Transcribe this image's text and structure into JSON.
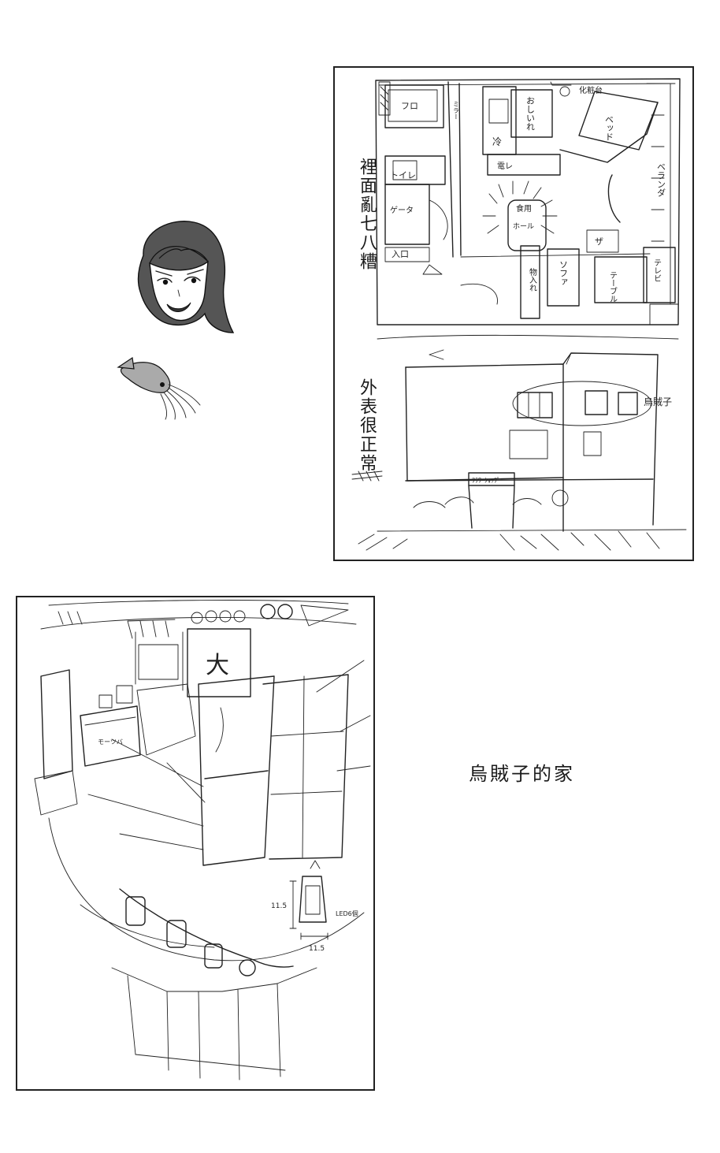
{
  "floorplan_panel": {
    "side_note": "裡面亂七八糟",
    "rooms": {
      "bath": "フロ",
      "toilet": "トイレ",
      "entrance": "入口",
      "shoe_box": "ゲータ",
      "mirror": "ミラー",
      "fridge": "冷",
      "oshiire": "おしいれ",
      "microwave": "電レ",
      "vanity": "化粧台",
      "bed": "ベッド",
      "veranda": "ベランダ",
      "dining": "食用",
      "dining_table": "ホール",
      "closet": "物入れ",
      "sofa": "ソファ",
      "table": "テーブル",
      "tv": "テレビ",
      "seat": "ザ"
    }
  },
  "exterior_panel": {
    "side_note": "外表很正常",
    "window_label": "烏賊子",
    "shop_sign": "ﾌﾗﾜｰｼｮｯﾌﾟ"
  },
  "interior_panel": {
    "banner_text": "大",
    "fridge_label": "モーツバ",
    "dimension_height": "11.5",
    "dimension_width": "11.5",
    "lantern_note": "LED6個"
  },
  "caption": "烏賊子的家"
}
